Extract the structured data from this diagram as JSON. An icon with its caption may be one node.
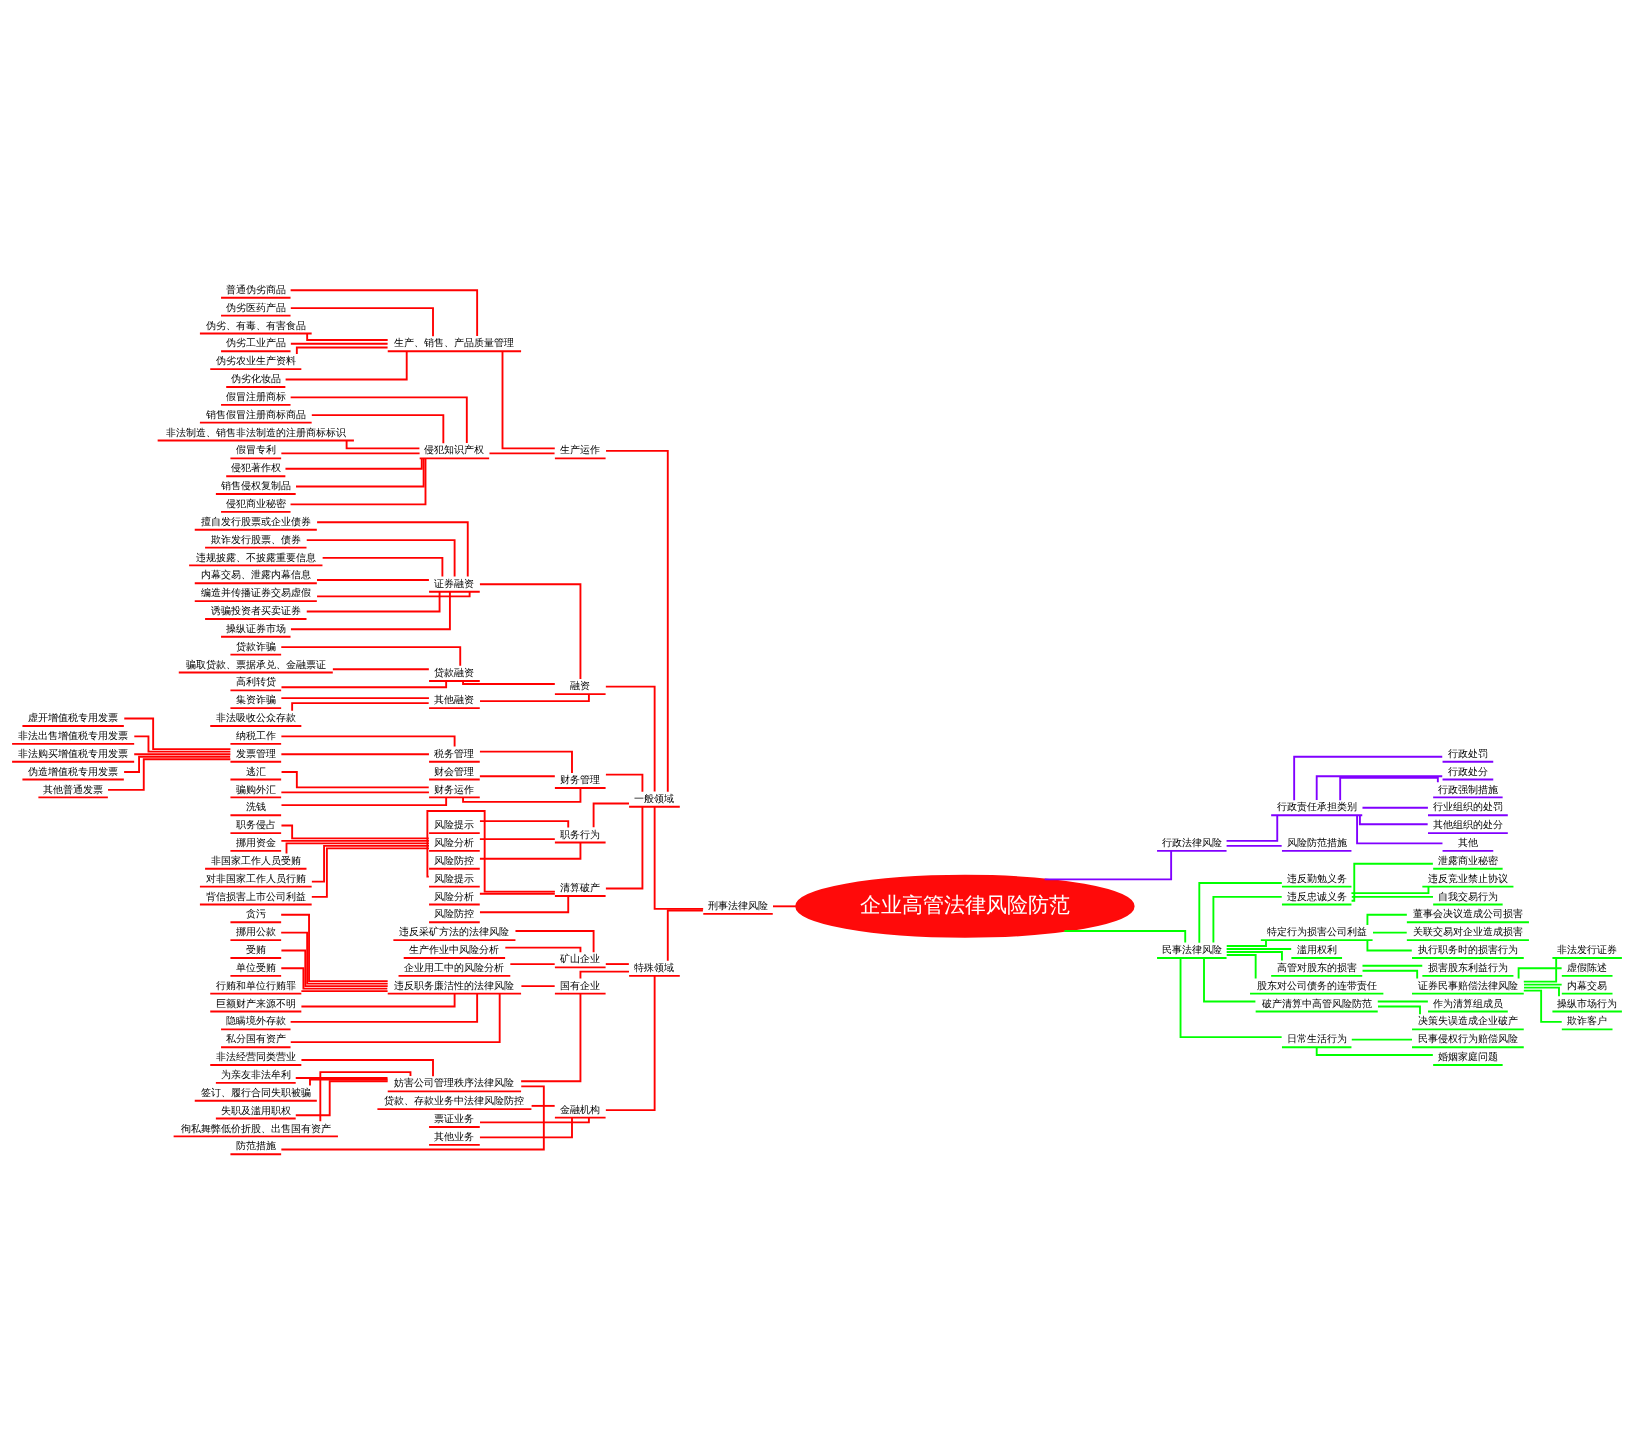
{
  "diagram": {
    "nodes": [
      {
        "text": [
          "企业高管法律风险防范"
        ]
      },
      {
        "text": [
          "刑事法律风险"
        ]
      },
      {
        "text": [
          "一般领域"
        ]
      },
      {
        "text": [
          "生产运作"
        ]
      },
      {
        "text": [
          "生产、销售、产品质量管理"
        ]
      },
      {
        "text": [
          "普通伪劣商品"
        ]
      },
      {
        "text": [
          "伪劣医药产品"
        ]
      },
      {
        "text": [
          "伪劣、有毒、有害食品"
        ]
      },
      {
        "text": [
          "伪劣工业产品"
        ]
      },
      {
        "text": [
          "伪劣农业生产资料"
        ]
      },
      {
        "text": [
          "伪劣化妆品"
        ]
      },
      {
        "text": [
          "侵犯知识产权"
        ]
      },
      {
        "text": [
          "假冒注册商标"
        ]
      },
      {
        "text": [
          "销售假冒注册商标商品"
        ]
      },
      {
        "text": [
          "非法制造、销售非法制造的注册商标标识"
        ]
      },
      {
        "text": [
          "假冒专利"
        ]
      },
      {
        "text": [
          "侵犯著作权"
        ]
      },
      {
        "text": [
          "销售侵权复制品"
        ]
      },
      {
        "text": [
          "侵犯商业秘密"
        ]
      },
      {
        "text": [
          "融资"
        ]
      },
      {
        "text": [
          "证券融资"
        ]
      },
      {
        "text": [
          "擅自发行股票或企业债券"
        ]
      },
      {
        "text": [
          "欺诈发行股票、债券"
        ]
      },
      {
        "text": [
          "违规披露、不披露重要信息"
        ]
      },
      {
        "text": [
          "内幕交易、泄露内幕信息"
        ]
      },
      {
        "text": [
          "编造并传播证券交易虚假"
        ]
      },
      {
        "text": [
          "诱骗投资者买卖证券"
        ]
      },
      {
        "text": [
          "操纵证券市场"
        ]
      },
      {
        "text": [
          "贷款融资"
        ]
      },
      {
        "text": [
          "贷款诈骗"
        ]
      },
      {
        "text": [
          "骗取贷款、票据承兑、金融票证"
        ]
      },
      {
        "text": [
          "高利转贷"
        ]
      },
      {
        "text": [
          "其他融资"
        ]
      },
      {
        "text": [
          "集资诈骗"
        ]
      },
      {
        "text": [
          "非法吸收公众存款"
        ]
      },
      {
        "text": [
          "财务管理"
        ]
      },
      {
        "text": [
          "税务管理"
        ]
      },
      {
        "text": [
          "纳税工作"
        ]
      },
      {
        "text": [
          "发票管理"
        ]
      },
      {
        "text": [
          "虚开增值税专用发票"
        ]
      },
      {
        "text": [
          "非法出售增值税专用发票"
        ]
      },
      {
        "text": [
          "非法购买增值税专用发票"
        ]
      },
      {
        "text": [
          "伪造增值税专用发票"
        ]
      },
      {
        "text": [
          "其他普通发票"
        ]
      },
      {
        "text": [
          "财会管理"
        ]
      },
      {
        "text": [
          "财务运作"
        ]
      },
      {
        "text": [
          "逃汇"
        ]
      },
      {
        "text": [
          "骗购外汇"
        ]
      },
      {
        "text": [
          "洗钱"
        ]
      },
      {
        "text": [
          "职务行为"
        ]
      },
      {
        "text": [
          "风险提示"
        ]
      },
      {
        "text": [
          "风险分析"
        ]
      },
      {
        "text": [
          "职务侵占"
        ]
      },
      {
        "text": [
          "挪用资金"
        ]
      },
      {
        "text": [
          "非国家工作人员受贿"
        ]
      },
      {
        "text": [
          "对非国家工作人员行贿"
        ]
      },
      {
        "text": [
          "背信损害上市公司利益"
        ]
      },
      {
        "text": [
          "风险防控"
        ]
      },
      {
        "text": [
          "清算破产"
        ]
      },
      {
        "text": [
          "风险提示"
        ]
      },
      {
        "text": [
          "风险分析"
        ]
      },
      {
        "text": [
          "风险防控"
        ]
      },
      {
        "text": [
          "特殊领域"
        ]
      },
      {
        "text": [
          "矿山企业"
        ]
      },
      {
        "text": [
          "违反采矿方法的法律风险"
        ]
      },
      {
        "text": [
          "生产作业中风险分析"
        ]
      },
      {
        "text": [
          "企业用工中的风险分析"
        ]
      },
      {
        "text": [
          "国有企业"
        ]
      },
      {
        "text": [
          "违反职务廉洁性的法律风险"
        ]
      },
      {
        "text": [
          "贪污"
        ]
      },
      {
        "text": [
          "挪用公款"
        ]
      },
      {
        "text": [
          "受贿"
        ]
      },
      {
        "text": [
          "单位受贿"
        ]
      },
      {
        "text": [
          "行贿和单位行贿罪"
        ]
      },
      {
        "text": [
          "巨额财产来源不明"
        ]
      },
      {
        "text": [
          "隐瞒境外存款"
        ]
      },
      {
        "text": [
          "私分国有资产"
        ]
      },
      {
        "text": [
          "妨害公司管理秩序法律风险"
        ]
      },
      {
        "text": [
          "非法经营同类营业"
        ]
      },
      {
        "text": [
          "为亲友非法牟利"
        ]
      },
      {
        "text": [
          "签订、履行合同失职被骗"
        ]
      },
      {
        "text": [
          "失职及滥用职权"
        ]
      },
      {
        "text": [
          "徇私舞弊低价折股、出售国有资产"
        ]
      },
      {
        "text": [
          "防范措施"
        ]
      },
      {
        "text": [
          "金融机构"
        ]
      },
      {
        "text": [
          "贷款、存款业务中法律风险防控"
        ]
      },
      {
        "text": [
          "票证业务"
        ]
      },
      {
        "text": [
          "其他业务"
        ]
      },
      {
        "text": [
          "行政法律风险"
        ]
      },
      {
        "text": [
          "行政责任承担类别"
        ]
      },
      {
        "text": [
          "行政处罚"
        ]
      },
      {
        "text": [
          "行政处分"
        ]
      },
      {
        "text": [
          "行政强制措施"
        ]
      },
      {
        "text": [
          "行业组织的处罚"
        ]
      },
      {
        "text": [
          "其他组织的处分"
        ]
      },
      {
        "text": [
          "其他"
        ]
      },
      {
        "text": [
          "风险防范措施"
        ]
      },
      {
        "text": [
          "民事法律风险"
        ]
      },
      {
        "text": [
          "违反勤勉义务"
        ]
      },
      {
        "text": [
          "违反忠诚义务"
        ]
      },
      {
        "text": [
          "泄露商业秘密"
        ]
      },
      {
        "text": [
          "违反竞业禁止协议"
        ]
      },
      {
        "text": [
          "自我交易行为"
        ]
      },
      {
        "text": [
          "特定行为损害公司利益"
        ]
      },
      {
        "text": [
          "董事会决议造成公司损害"
        ]
      },
      {
        "text": [
          "关联交易对企业造成损害"
        ]
      },
      {
        "text": [
          "执行职务时的损害行为"
        ]
      },
      {
        "text": [
          "滥用权利"
        ]
      },
      {
        "text": [
          "高管对股东的损害"
        ]
      },
      {
        "text": [
          "损害股东利益行为"
        ]
      },
      {
        "text": [
          "证券民事赔偿法律风险"
        ]
      },
      {
        "text": [
          "非法发行证券"
        ]
      },
      {
        "text": [
          "虚假陈述"
        ]
      },
      {
        "text": [
          "内幕交易"
        ]
      },
      {
        "text": [
          "操纵市场行为"
        ]
      },
      {
        "text": [
          "欺诈客户"
        ]
      },
      {
        "text": [
          "股东对公司债务的连带责任"
        ]
      },
      {
        "text": [
          "破产清算中高管风险防范"
        ]
      },
      {
        "text": [
          "作为清算组成员"
        ]
      },
      {
        "text": [
          "决策失误造成企业破产"
        ]
      },
      {
        "text": [
          "日常生活行为"
        ]
      },
      {
        "text": [
          "民事侵权行为赔偿风险"
        ]
      },
      {
        "text": [
          "婚姻家庭问题"
        ]
      }
    ],
    "edges": [
      {
        "from": 0,
        "to": 1,
        "arrow": "none"
      },
      {
        "from": 1,
        "to": 2,
        "arrow": "none"
      },
      {
        "from": 2,
        "to": 3,
        "arrow": "none"
      },
      {
        "from": 3,
        "to": 4,
        "arrow": "none"
      },
      {
        "from": 4,
        "to": 5,
        "arrow": "none"
      },
      {
        "from": 4,
        "to": 6,
        "arrow": "none"
      },
      {
        "from": 4,
        "to": 7,
        "arrow": "none"
      },
      {
        "from": 4,
        "to": 8,
        "arrow": "none"
      },
      {
        "from": 4,
        "to": 9,
        "arrow": "none"
      },
      {
        "from": 4,
        "to": 10,
        "arrow": "none"
      },
      {
        "from": 3,
        "to": 11,
        "arrow": "none"
      },
      {
        "from": 11,
        "to": 12,
        "arrow": "none"
      },
      {
        "from": 11,
        "to": 13,
        "arrow": "none"
      },
      {
        "from": 11,
        "to": 14,
        "arrow": "none"
      },
      {
        "from": 11,
        "to": 15,
        "arrow": "none"
      },
      {
        "from": 11,
        "to": 16,
        "arrow": "none"
      },
      {
        "from": 11,
        "to": 17,
        "arrow": "none"
      },
      {
        "from": 11,
        "to": 18,
        "arrow": "none"
      },
      {
        "from": 2,
        "to": 19,
        "arrow": "none"
      },
      {
        "from": 19,
        "to": 20,
        "arrow": "none"
      },
      {
        "from": 20,
        "to": 21,
        "arrow": "none"
      },
      {
        "from": 20,
        "to": 22,
        "arrow": "none"
      },
      {
        "from": 20,
        "to": 23,
        "arrow": "none"
      },
      {
        "from": 20,
        "to": 24,
        "arrow": "none"
      },
      {
        "from": 20,
        "to": 25,
        "arrow": "none"
      },
      {
        "from": 20,
        "to": 26,
        "arrow": "none"
      },
      {
        "from": 20,
        "to": 27,
        "arrow": "none"
      },
      {
        "from": 19,
        "to": 28,
        "arrow": "none"
      },
      {
        "from": 28,
        "to": 29,
        "arrow": "none"
      },
      {
        "from": 28,
        "to": 30,
        "arrow": "none"
      },
      {
        "from": 28,
        "to": 31,
        "arrow": "none"
      },
      {
        "from": 19,
        "to": 32,
        "arrow": "none"
      },
      {
        "from": 32,
        "to": 33,
        "arrow": "none"
      },
      {
        "from": 32,
        "to": 34,
        "arrow": "none"
      },
      {
        "from": 2,
        "to": 35,
        "arrow": "none"
      },
      {
        "from": 35,
        "to": 36,
        "arrow": "none"
      },
      {
        "from": 36,
        "to": 37,
        "arrow": "none"
      },
      {
        "from": 36,
        "to": 38,
        "arrow": "none"
      },
      {
        "from": 38,
        "to": 39,
        "arrow": "none"
      },
      {
        "from": 38,
        "to": 40,
        "arrow": "none"
      },
      {
        "from": 38,
        "to": 41,
        "arrow": "none"
      },
      {
        "from": 38,
        "to": 42,
        "arrow": "none"
      },
      {
        "from": 38,
        "to": 43,
        "arrow": "none"
      },
      {
        "from": 35,
        "to": 44,
        "arrow": "none"
      },
      {
        "from": 35,
        "to": 45,
        "arrow": "none"
      },
      {
        "from": 45,
        "to": 46,
        "arrow": "none"
      },
      {
        "from": 45,
        "to": 47,
        "arrow": "none"
      },
      {
        "from": 45,
        "to": 48,
        "arrow": "none"
      },
      {
        "from": 2,
        "to": 49,
        "arrow": "none"
      },
      {
        "from": 49,
        "to": 50,
        "arrow": "none"
      },
      {
        "from": 49,
        "to": 51,
        "arrow": "none"
      },
      {
        "from": 51,
        "to": 52,
        "arrow": "none"
      },
      {
        "from": 51,
        "to": 53,
        "arrow": "none"
      },
      {
        "from": 51,
        "to": 54,
        "arrow": "none"
      },
      {
        "from": 51,
        "to": 55,
        "arrow": "none"
      },
      {
        "from": 51,
        "to": 56,
        "arrow": "none"
      },
      {
        "from": 49,
        "to": 57,
        "arrow": "none"
      },
      {
        "from": 2,
        "to": 58,
        "arrow": "none"
      },
      {
        "from": 58,
        "to": 59,
        "arrow": "none"
      },
      {
        "from": 58,
        "to": 60,
        "arrow": "none"
      },
      {
        "from": 58,
        "to": 61,
        "arrow": "none"
      },
      {
        "from": 1,
        "to": 62,
        "arrow": "none"
      },
      {
        "from": 62,
        "to": 63,
        "arrow": "none"
      },
      {
        "from": 63,
        "to": 64,
        "arrow": "none"
      },
      {
        "from": 63,
        "to": 65,
        "arrow": "none"
      },
      {
        "from": 63,
        "to": 66,
        "arrow": "none"
      },
      {
        "from": 62,
        "to": 67,
        "arrow": "none"
      },
      {
        "from": 67,
        "to": 68,
        "arrow": "none"
      },
      {
        "from": 68,
        "to": 69,
        "arrow": "none"
      },
      {
        "from": 68,
        "to": 70,
        "arrow": "none"
      },
      {
        "from": 68,
        "to": 71,
        "arrow": "none"
      },
      {
        "from": 68,
        "to": 72,
        "arrow": "none"
      },
      {
        "from": 68,
        "to": 73,
        "arrow": "none"
      },
      {
        "from": 68,
        "to": 74,
        "arrow": "none"
      },
      {
        "from": 68,
        "to": 75,
        "arrow": "none"
      },
      {
        "from": 68,
        "to": 76,
        "arrow": "none"
      },
      {
        "from": 67,
        "to": 77,
        "arrow": "none"
      },
      {
        "from": 77,
        "to": 78,
        "arrow": "none"
      },
      {
        "from": 77,
        "to": 79,
        "arrow": "none"
      },
      {
        "from": 77,
        "to": 80,
        "arrow": "none"
      },
      {
        "from": 77,
        "to": 81,
        "arrow": "none"
      },
      {
        "from": 77,
        "to": 82,
        "arrow": "none"
      },
      {
        "from": 77,
        "to": 83,
        "arrow": "none"
      },
      {
        "from": 62,
        "to": 84,
        "arrow": "none"
      },
      {
        "from": 84,
        "to": 85,
        "arrow": "none"
      },
      {
        "from": 84,
        "to": 86,
        "arrow": "none"
      },
      {
        "from": 84,
        "to": 87,
        "arrow": "none"
      },
      {
        "from": 0,
        "to": 88,
        "arrow": "none",
        "color": "#8000ff"
      },
      {
        "from": 88,
        "to": 89,
        "arrow": "none",
        "color": "#8000ff"
      },
      {
        "from": 89,
        "to": 90,
        "arrow": "none",
        "color": "#8000ff"
      },
      {
        "from": 89,
        "to": 91,
        "arrow": "none",
        "color": "#8000ff"
      },
      {
        "from": 89,
        "to": 92,
        "arrow": "none",
        "color": "#8000ff"
      },
      {
        "from": 89,
        "to": 93,
        "arrow": "none",
        "color": "#8000ff"
      },
      {
        "from": 89,
        "to": 94,
        "arrow": "none",
        "color": "#8000ff"
      },
      {
        "from": 89,
        "to": 95,
        "arrow": "none",
        "color": "#8000ff"
      },
      {
        "from": 88,
        "to": 96,
        "arrow": "none",
        "color": "#8000ff"
      },
      {
        "from": 0,
        "to": 97,
        "arrow": "none",
        "color": "#00ff00"
      },
      {
        "from": 97,
        "to": 98,
        "arrow": "none",
        "color": "#00ff00"
      },
      {
        "from": 97,
        "to": 99,
        "arrow": "none",
        "color": "#00ff00"
      },
      {
        "from": 99,
        "to": 100,
        "arrow": "none",
        "color": "#00ff00"
      },
      {
        "from": 99,
        "to": 101,
        "arrow": "none",
        "color": "#00ff00"
      },
      {
        "from": 99,
        "to": 102,
        "arrow": "none",
        "color": "#00ff00"
      },
      {
        "from": 97,
        "to": 103,
        "arrow": "none",
        "color": "#00ff00"
      },
      {
        "from": 103,
        "to": 104,
        "arrow": "none",
        "color": "#00ff00"
      },
      {
        "from": 103,
        "to": 105,
        "arrow": "none",
        "color": "#00ff00"
      },
      {
        "from": 103,
        "to": 106,
        "arrow": "none",
        "color": "#00ff00"
      },
      {
        "from": 97,
        "to": 107,
        "arrow": "none",
        "color": "#00ff00"
      },
      {
        "from": 97,
        "to": 108,
        "arrow": "none",
        "color": "#00ff00"
      },
      {
        "from": 108,
        "to": 109,
        "arrow": "none",
        "color": "#00ff00"
      },
      {
        "from": 108,
        "to": 110,
        "arrow": "none",
        "color": "#00ff00"
      },
      {
        "from": 110,
        "to": 111,
        "arrow": "none",
        "color": "#00ff00"
      },
      {
        "from": 110,
        "to": 112,
        "arrow": "none",
        "color": "#00ff00"
      },
      {
        "from": 110,
        "to": 113,
        "arrow": "none",
        "color": "#00ff00"
      },
      {
        "from": 110,
        "to": 114,
        "arrow": "none",
        "color": "#00ff00"
      },
      {
        "from": 110,
        "to": 115,
        "arrow": "none",
        "color": "#00ff00"
      },
      {
        "from": 97,
        "to": 116,
        "arrow": "none",
        "color": "#00ff00"
      },
      {
        "from": 97,
        "to": 117,
        "arrow": "none",
        "color": "#00ff00"
      },
      {
        "from": 117,
        "to": 118,
        "arrow": "none",
        "color": "#00ff00"
      },
      {
        "from": 117,
        "to": 119,
        "arrow": "none",
        "color": "#00ff00"
      },
      {
        "from": 97,
        "to": 120,
        "arrow": "none",
        "color": "#00ff00"
      },
      {
        "from": 120,
        "to": 121,
        "arrow": "none",
        "color": "#00ff00"
      },
      {
        "from": 120,
        "to": 122,
        "arrow": "none",
        "color": "#00ff00"
      }
    ]
  }
}
